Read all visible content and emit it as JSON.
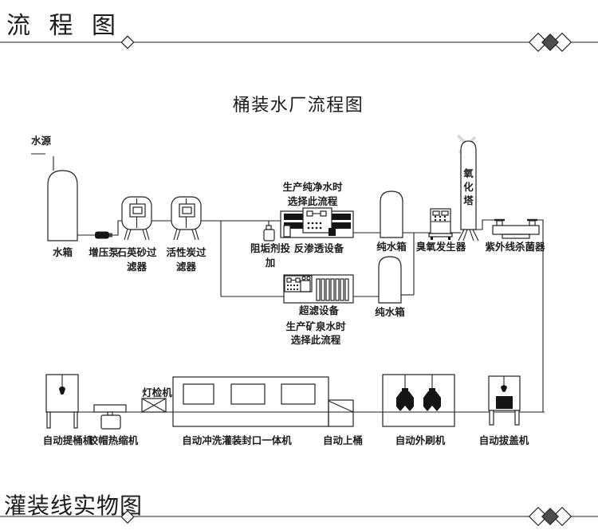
{
  "header": {
    "title": "流 程 图",
    "accent_diamond_color": "#4d4d4d"
  },
  "footer": {
    "title": "灌装线实物图"
  },
  "diagram": {
    "title": "桶装水厂流程图",
    "source": "水源",
    "labels": {
      "water_tank": "水箱",
      "booster_pump": "增压泵",
      "quartz_filter_1": "石英砂过",
      "quartz_filter_2": "滤器",
      "carbon_filter_1": "活性炭过",
      "carbon_filter_2": "滤器",
      "antiscalant_1": "阻垢剂投",
      "antiscalant_2": "加",
      "ro_note_1": "生产纯净水时",
      "ro_note_2": "选择此流程",
      "ro": "反渗透设备",
      "pure_tank_1": "纯水箱",
      "ozone": "臭氧发生器",
      "tower_1": "氧",
      "tower_2": "化",
      "tower_3": "塔",
      "uv": "紫外线杀菌器",
      "uf": "超滤设备",
      "uf_note_1": "生产矿泉水时",
      "uf_note_2": "选择此流程",
      "pure_tank_2": "纯水箱",
      "bucket_lifter": "自动提桶机",
      "cap_shrink": "胶帽热缩机",
      "light_inspector": "灯检机",
      "filling_machine": "自动冲洗灌装封口一体机",
      "bucket_loader": "自动上桶",
      "outer_brusher": "自动外刷机",
      "cap_puller": "自动拔盖机"
    }
  }
}
